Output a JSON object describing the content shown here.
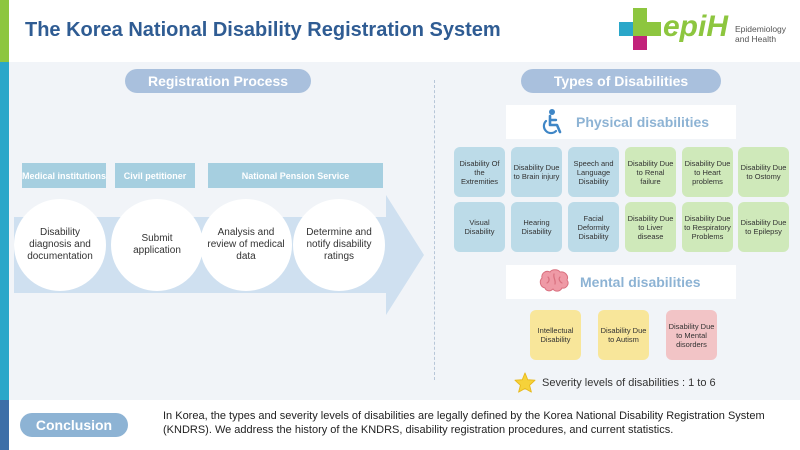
{
  "header": {
    "title": "The Korea National Disability Registration System",
    "logo": {
      "text": "epiH",
      "subtitle": "Epidemiology\nand Health"
    }
  },
  "colors": {
    "title": "#2f5c93",
    "pill": "#a9c0dd",
    "label": "#a6cfe0",
    "tile_blue": "#bcdbe8",
    "tile_green": "#cfe9ba",
    "tile_yellow": "#f8e69a",
    "tile_pink": "#f2c4c6",
    "logo_green": "#8dc63f"
  },
  "registration": {
    "heading": "Registration Process",
    "labels": [
      "Medical institutions",
      "Civil petitioner",
      "National Pension Service"
    ],
    "steps": [
      "Disability diagnosis and documentation",
      "Submit application",
      "Analysis and review of medical data",
      "Determine and notify disability ratings"
    ]
  },
  "types": {
    "heading": "Types of Disabilities",
    "physical": {
      "title": "Physical disabilities",
      "icon": "wheelchair-icon",
      "row1": [
        {
          "text": "Disability Of the Extremities",
          "color": "blue"
        },
        {
          "text": "Disability Due to Brain injury",
          "color": "blue"
        },
        {
          "text": "Speech and Language Disability",
          "color": "blue"
        },
        {
          "text": "Disability Due to Renal failure",
          "color": "green"
        },
        {
          "text": "Disability Due to Heart problems",
          "color": "green"
        },
        {
          "text": "Disability Due to Ostomy",
          "color": "green"
        }
      ],
      "row2": [
        {
          "text": "Visual Disability",
          "color": "blue"
        },
        {
          "text": "Hearing Disability",
          "color": "blue"
        },
        {
          "text": "Facial Deformity Disability",
          "color": "blue"
        },
        {
          "text": "Disability Due to Liver disease",
          "color": "green"
        },
        {
          "text": "Disability Due to Respiratory Problems",
          "color": "green"
        },
        {
          "text": "Disability Due to Epilepsy",
          "color": "green"
        }
      ]
    },
    "mental": {
      "title": "Mental disabilities",
      "icon": "brain-icon",
      "tiles": [
        {
          "text": "Intellectual Disability",
          "color": "yellow"
        },
        {
          "text": "Disability Due to Autism",
          "color": "yellow"
        },
        {
          "text": "Disability Due to Mental disorders",
          "color": "pink"
        }
      ]
    },
    "severity": "Severity levels of disabilities : 1 to 6"
  },
  "conclusion": {
    "label": "Conclusion",
    "text": "In Korea, the types and severity levels of disabilities are legally defined by the Korea National Disability Registration System (KNDRS). We address the history of the KNDRS, disability registration procedures, and current statistics."
  }
}
